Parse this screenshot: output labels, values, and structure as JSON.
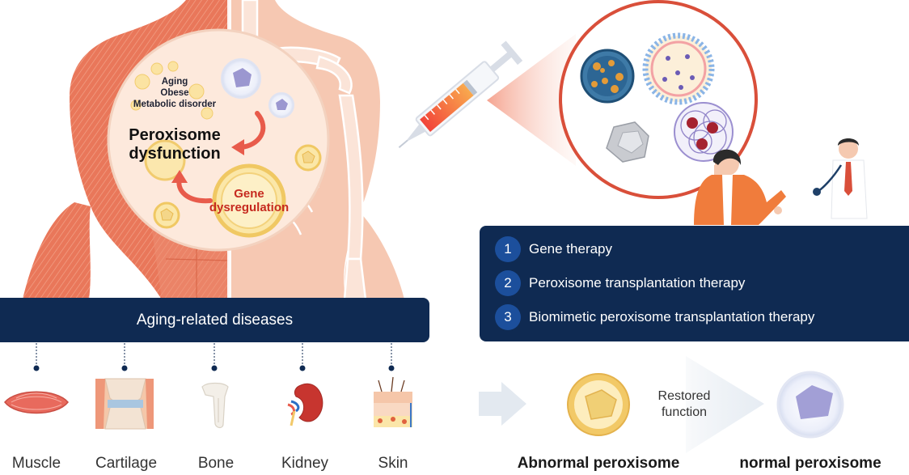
{
  "body_diagram": {
    "risk_factors": [
      "Aging",
      "Obese",
      "Metabolic disorder"
    ],
    "dysfunction_label": [
      "Peroxisome",
      "dysfunction"
    ],
    "gene_label": [
      "Gene",
      "dysregulation"
    ]
  },
  "banner": {
    "label": "Aging-related diseases"
  },
  "diseases": [
    {
      "label": "Muscle"
    },
    {
      "label": "Cartilage"
    },
    {
      "label": "Bone"
    },
    {
      "label": "Kidney"
    },
    {
      "label": "Skin"
    }
  ],
  "therapies": [
    {
      "number": "1",
      "label": "Gene therapy"
    },
    {
      "number": "2",
      "label": "Peroxisome transplantation therapy"
    },
    {
      "number": "3",
      "label": "Biomimetic peroxisome transplantation therapy"
    }
  ],
  "outcome": {
    "abnormal_label": "Abnormal peroxisome",
    "restored_label": [
      "Restored",
      "function"
    ],
    "normal_label": "normal peroxisome"
  },
  "colors": {
    "navy": "#0f2a52",
    "badge_blue": "#1c4f9c",
    "muscle_orange": "#e9775a",
    "skin_tone": "#f6c8b2",
    "bone_tone": "#fbe4d8",
    "red_accent": "#d94f3a",
    "gene_text": "#c62a1f"
  },
  "icons": [
    "syringe-icon",
    "doctor-female-icon",
    "doctor-male-icon",
    "muscle-icon",
    "cartilage-icon",
    "bone-icon",
    "kidney-icon",
    "skin-icon",
    "arrow-right-icon",
    "peroxisome-abnormal-icon",
    "peroxisome-normal-icon"
  ]
}
